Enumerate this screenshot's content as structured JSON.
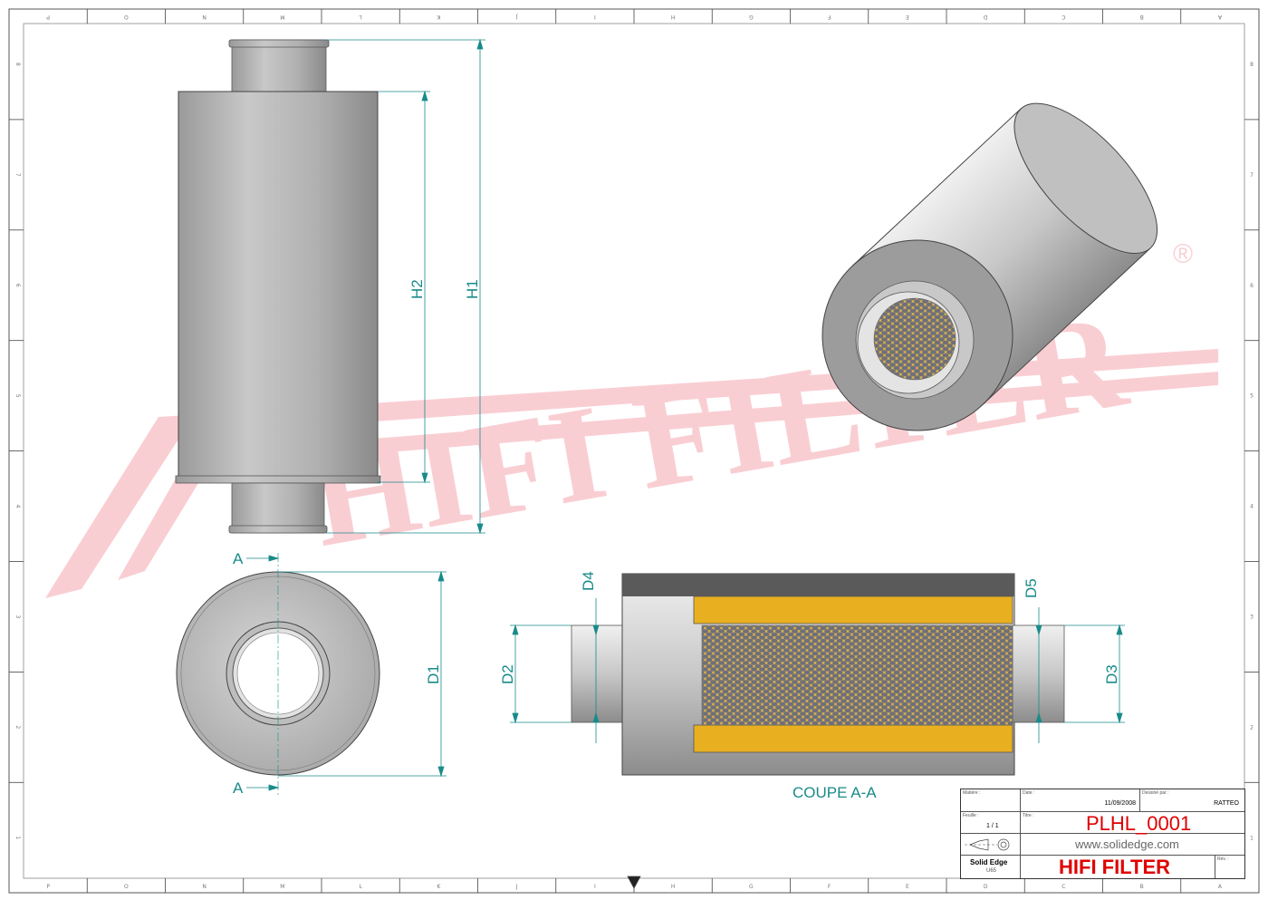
{
  "border": {
    "columns": [
      "P",
      "O",
      "N",
      "M",
      "L",
      "K",
      "J",
      "I",
      "H",
      "G",
      "F",
      "E",
      "D",
      "C",
      "B",
      "A"
    ],
    "rows": [
      "8",
      "7",
      "6",
      "5",
      "4",
      "3",
      "2",
      "1"
    ]
  },
  "watermark": {
    "text": "HIFI FILTER",
    "color": "#f4a6b0",
    "symbol": "®"
  },
  "dimensions": {
    "h1": "H1",
    "h2": "H2",
    "d1": "D1",
    "d2": "D2",
    "d3": "D3",
    "d4": "D4",
    "d5": "D5"
  },
  "section": {
    "marker_top": "A",
    "marker_bottom": "A",
    "caption": "COUPE A-A"
  },
  "colors": {
    "dimension": "#1a8a8a",
    "media": "#e8b020",
    "title_red": "#e00000"
  },
  "title_block": {
    "matiere_label": "Matière :",
    "date_label": "Date :",
    "date": "11/09/2008",
    "drawn_by_label": "Dessiné par :",
    "drawn_by": "RATTEO",
    "sheet_label": "Feuille :",
    "sheet": "1 / 1",
    "title_label": "Titre :",
    "title": "PLHL_0001",
    "website": "www.solidedge.com",
    "software": "Solid Edge",
    "software_sub": "U65",
    "company": "HIFI FILTER",
    "rev_label": "Rév. :"
  }
}
